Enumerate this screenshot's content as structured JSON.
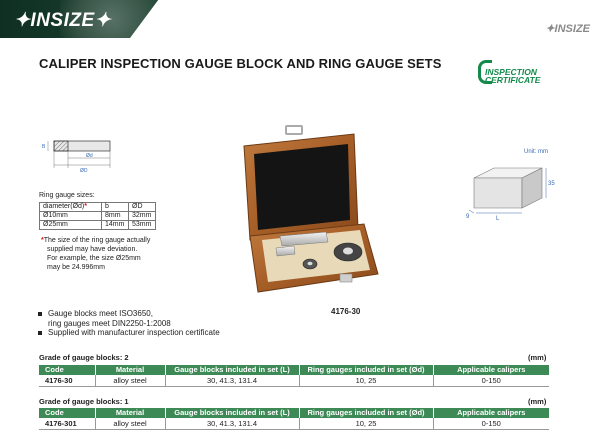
{
  "header": {
    "brand": "✦INSIZE✦",
    "brand_right": "✦INSIZE"
  },
  "title": "CALIPER INSPECTION GAUGE BLOCK AND RING GAUGE SETS",
  "certificate": {
    "line1": "INSPECTION",
    "line2": "CERTIFICATE",
    "color": "#138a4b"
  },
  "sketch": {
    "b_label": "B",
    "d_label": "Ød",
    "D_label": "ØD"
  },
  "ring_gauge": {
    "title": "Ring gauge sizes:",
    "header": [
      "diameter(Ød)",
      "*",
      "b",
      "ØD"
    ],
    "rows": [
      [
        "Ø10mm",
        "8mm",
        "32mm"
      ],
      [
        "Ø25mm",
        "14mm",
        "53mm"
      ]
    ],
    "note": {
      "star": "*",
      "lines": [
        "The size of the ring gauge actually",
        "supplied may have deviation.",
        "For example, the size Ø25mm",
        "may be 24.996mm"
      ]
    }
  },
  "product": {
    "model": "4176-30"
  },
  "block_diagram": {
    "unit": "Unit: mm",
    "height": "35",
    "width": "9",
    "length": "L"
  },
  "bullets": [
    [
      "Gauge blocks meet ISO3650,",
      "ring gauges meet DIN2250-1:2008"
    ],
    [
      "Supplied with manufacturer inspection certificate"
    ]
  ],
  "tables": [
    {
      "grade": "Grade of gauge blocks: 2",
      "unit": "(mm)",
      "headers": [
        "Code",
        "Material",
        "Gauge blocks included in set (L)",
        "Ring gauges included in set (Ød)",
        "Applicable calipers"
      ],
      "row": [
        "4176-30",
        "alloy steel",
        "30, 41.3, 131.4",
        "10, 25",
        "0-150"
      ]
    },
    {
      "grade": "Grade of gauge blocks: 1",
      "unit": "(mm)",
      "headers": [
        "Code",
        "Material",
        "Gauge blocks included in set (L)",
        "Ring gauges included in set (Ød)",
        "Applicable calipers"
      ],
      "row": [
        "4176-301",
        "alloy steel",
        "30, 41.3, 131.4",
        "10, 25",
        "0-150"
      ]
    }
  ],
  "colors": {
    "header_green": "#1e4a37",
    "table_header": "#3d8a57",
    "accent_red": "#d11818",
    "unit_blue": "#3a6bb3"
  }
}
